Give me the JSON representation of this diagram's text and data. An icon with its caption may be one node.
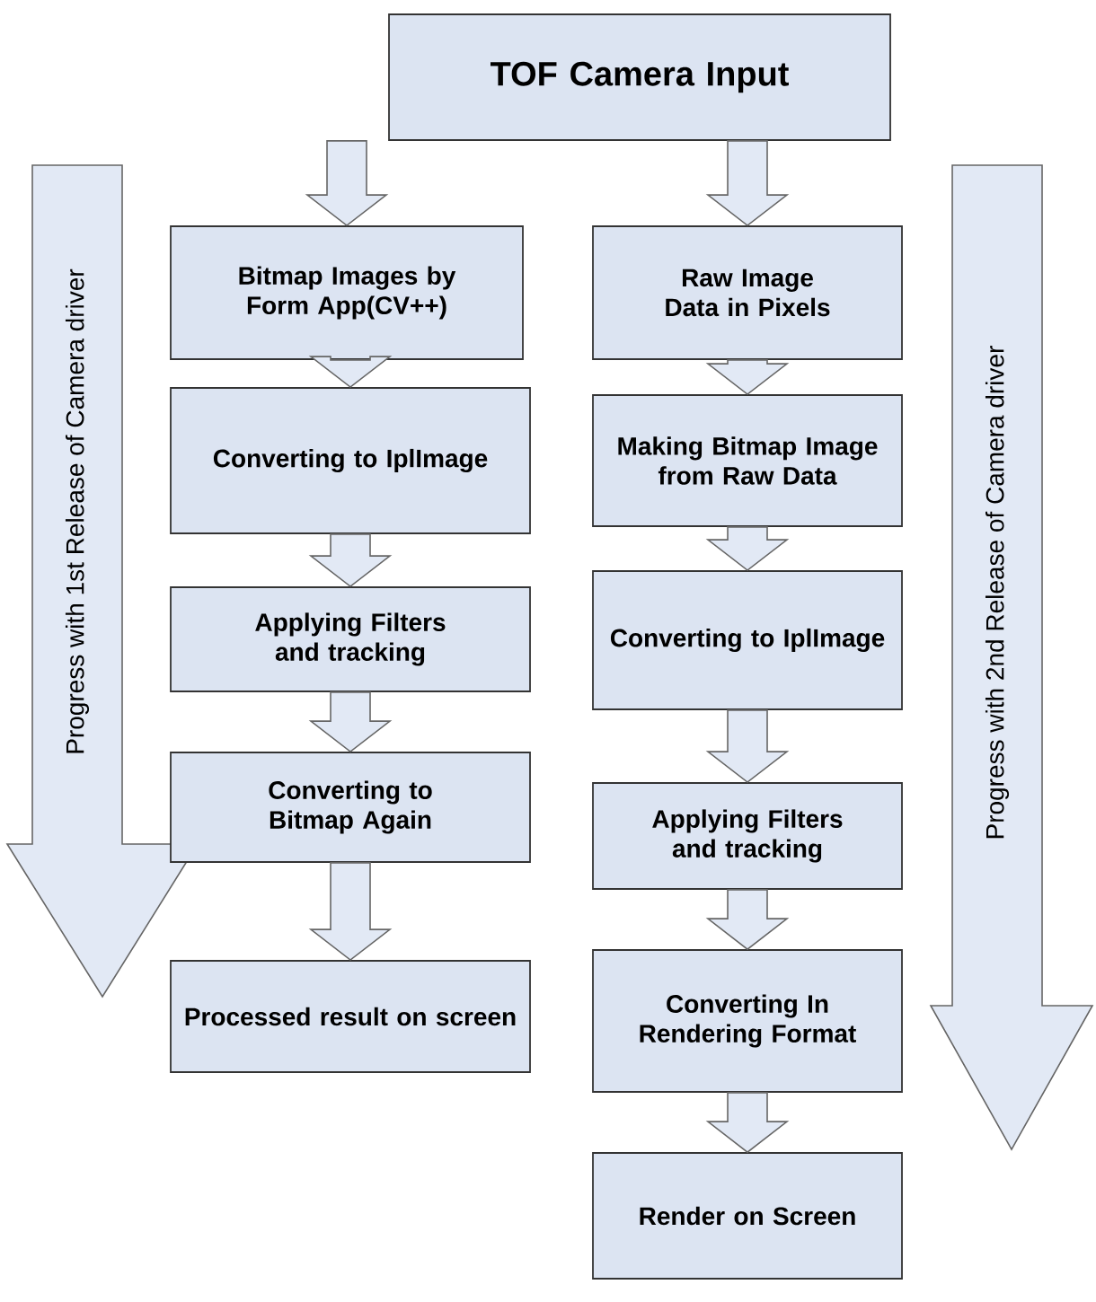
{
  "diagram": {
    "nodes": [
      {
        "text": [
          "TOF Camera Input"
        ]
      },
      {
        "text": [
          "Bitmap Images by Form App(CV++)"
        ]
      },
      {
        "text": [
          "Converting to IplImage"
        ]
      },
      {
        "text": [
          "Applying Filters and tracking"
        ]
      },
      {
        "text": [
          "Converting to Bitmap Again"
        ]
      },
      {
        "text": [
          "Processed result on screen"
        ]
      },
      {
        "text": [
          "Raw Image Data in Pixels"
        ]
      },
      {
        "text": [
          "Making Bitmap Image from Raw Data"
        ]
      },
      {
        "text": [
          "Converting to IplImage"
        ]
      },
      {
        "text": [
          "Applying Filters and tracking"
        ]
      },
      {
        "text": [
          "Converting In Rendering Format"
        ]
      },
      {
        "text": [
          "Render on Screen"
        ]
      }
    ],
    "edges": [
      {
        "from": 0,
        "to": 1,
        "arrow": "to"
      },
      {
        "from": 1,
        "to": 2,
        "arrow": "to"
      },
      {
        "from": 2,
        "to": 3,
        "arrow": "to"
      },
      {
        "from": 3,
        "to": 4,
        "arrow": "to"
      },
      {
        "from": 4,
        "to": 5,
        "arrow": "to"
      },
      {
        "from": 0,
        "to": 6,
        "arrow": "to"
      },
      {
        "from": 6,
        "to": 7,
        "arrow": "to"
      },
      {
        "from": 7,
        "to": 8,
        "arrow": "to"
      },
      {
        "from": 8,
        "to": 9,
        "arrow": "to"
      },
      {
        "from": 9,
        "to": 10,
        "arrow": "to"
      },
      {
        "from": 10,
        "to": 11,
        "arrow": "to"
      }
    ],
    "labels": [
      "Progress with 1st Release of Camera driver",
      "Progress with 2nd Release of Camera driver"
    ]
  }
}
